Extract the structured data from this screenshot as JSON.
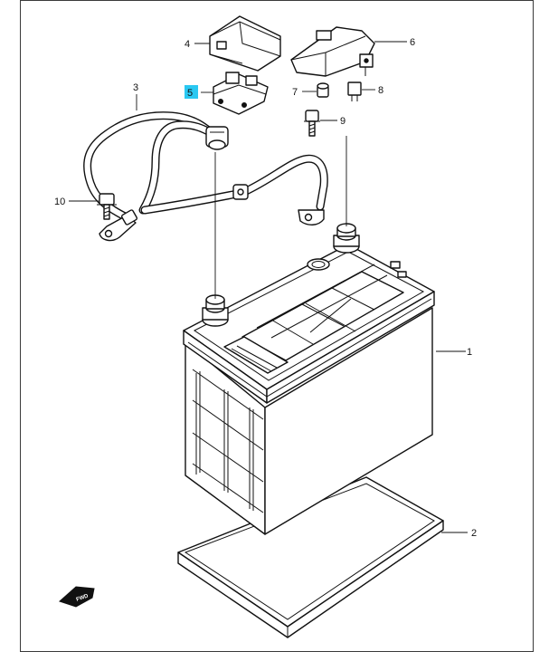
{
  "callouts": {
    "c1": "1",
    "c2": "2",
    "c3": "3",
    "c4": "4",
    "c5": "5",
    "c6": "6",
    "c7": "7",
    "c8": "8",
    "c9": "9",
    "c10": "10"
  },
  "fwd_label": "FWD",
  "colors": {
    "highlight": "#29c8f2",
    "line": "#111111",
    "frame": "#3a3a3a"
  },
  "icons": {
    "fwd": "fwd-arrow-icon"
  }
}
